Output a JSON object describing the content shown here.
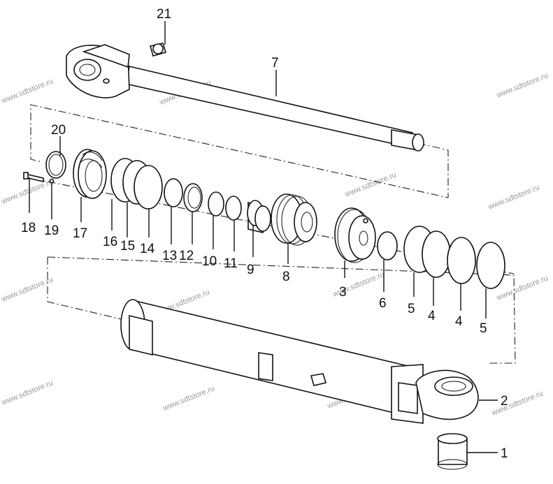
{
  "callouts": {
    "c1": "1",
    "c2": "2",
    "c3": "3",
    "c4a": "4",
    "c4b": "4",
    "c5a": "5",
    "c5b": "5",
    "c6": "6",
    "c7": "7",
    "c8": "8",
    "c9": "9",
    "c10": "10",
    "c11": "11",
    "c12": "12",
    "c13": "13",
    "c14": "14",
    "c15": "15",
    "c16": "16",
    "c17": "17",
    "c18": "18",
    "c19": "19",
    "c20": "20",
    "c21": "21"
  },
  "watermark": "www.sdtstore.ru"
}
